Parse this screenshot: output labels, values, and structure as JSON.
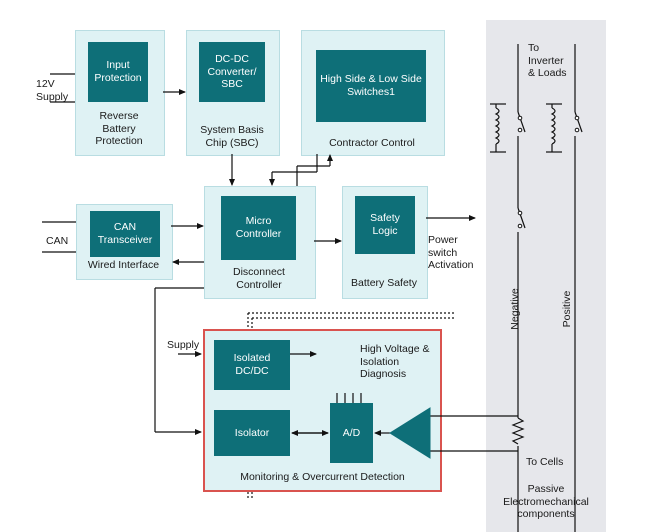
{
  "blocks": {
    "input_protection": "Input\nProtection",
    "reverse_battery": "Reverse\nBattery\nProtection",
    "dcdc_sbc": "DC-DC\nConverter/\nSBC",
    "system_basis_chip": "System Basis\nChip (SBC)",
    "hs_ls_switches": "High Side & Low Side\nSwitches1",
    "contractor_control": "Contractor Control",
    "can_transceiver": "CAN\nTransceiver",
    "wired_interface": "Wired Interface",
    "micro_controller": "Micro\nController",
    "disconnect_controller": "Disconnect\nController",
    "safety_logic": "Safety\nLogic",
    "battery_safety": "Battery Safety",
    "isolated_dcdc": "Isolated\nDC/DC",
    "hv_isolation": "High Voltage &\nIsolation\nDiagnosis",
    "isolator": "Isolator",
    "ad": "A/D",
    "monitoring": "Monitoring & Overcurrent Detection"
  },
  "labels": {
    "supply_12v": "12V\nSupply",
    "can": "CAN",
    "power_switch": "Power\nswitch\nActivation",
    "supply": "Supply",
    "to_inverter": "To\nInverter\n& Loads",
    "negative": "Negative",
    "positive": "Positive",
    "to_cells": "To Cells",
    "passive": "Passive\nElectromechanical\ncomponents"
  },
  "colors": {
    "block_dark": "#0e6f78",
    "block_light": "#dff2f4",
    "highlight_border": "#d9534f",
    "panel": "#e6e7eb"
  }
}
